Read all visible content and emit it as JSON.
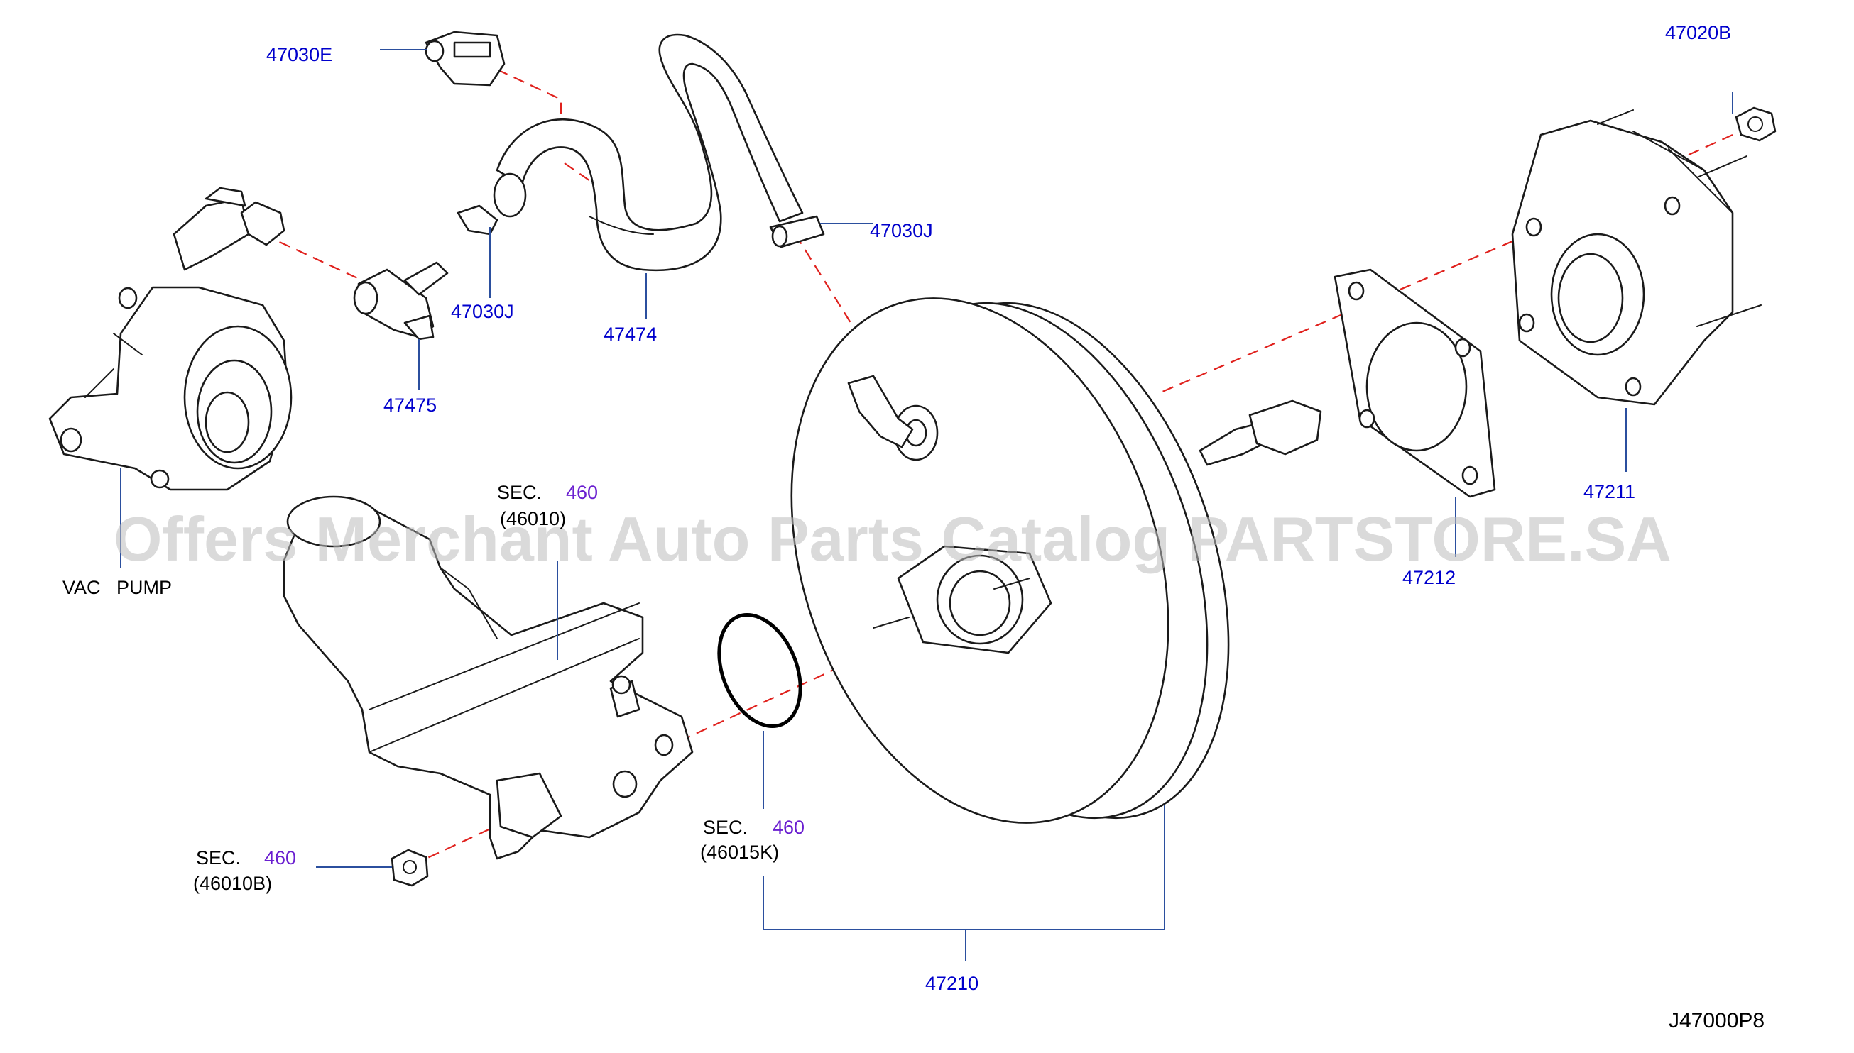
{
  "diagram": {
    "callouts": {
      "c_47030E": "47030E",
      "c_47474": "47474",
      "c_47030J_upper": "47030J",
      "c_47030J_lower": "47030J",
      "c_47475": "47475",
      "c_47020B": "47020B",
      "c_47211": "47211",
      "c_47212": "47212",
      "c_47210": "47210"
    },
    "vac_pump_label": "VAC   PUMP",
    "sec_ref_1": {
      "prefix": "SEC.",
      "number": "460",
      "code": "(46010)"
    },
    "sec_ref_2": {
      "prefix": "SEC.",
      "number": "460",
      "code": "(46015K)"
    },
    "sec_ref_3": {
      "prefix": "SEC.",
      "number": "460",
      "code": "(46010B)"
    },
    "diagram_code": "J47000P8",
    "watermark": "Offers Merchant Auto Parts Catalog PARTSTORE.SA"
  },
  "colors": {
    "callout": "#0000cc",
    "section_number": "#6a1fd0",
    "dash_line": "#e0211d",
    "leader_line": "#2b4f9e"
  }
}
